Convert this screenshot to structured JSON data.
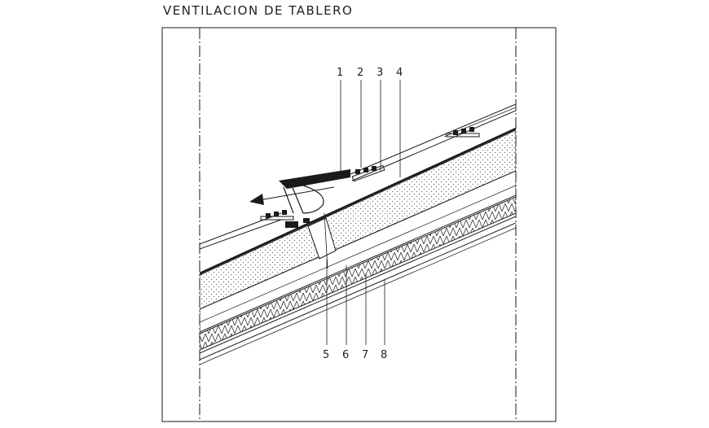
{
  "title": "VENTILACION DE TABLERO",
  "callouts": {
    "top": [
      "1",
      "2",
      "3",
      "4"
    ],
    "bottom": [
      "5",
      "6",
      "7",
      "8"
    ]
  },
  "colors": {
    "line": "#1a1a1a",
    "background": "#ffffff"
  }
}
